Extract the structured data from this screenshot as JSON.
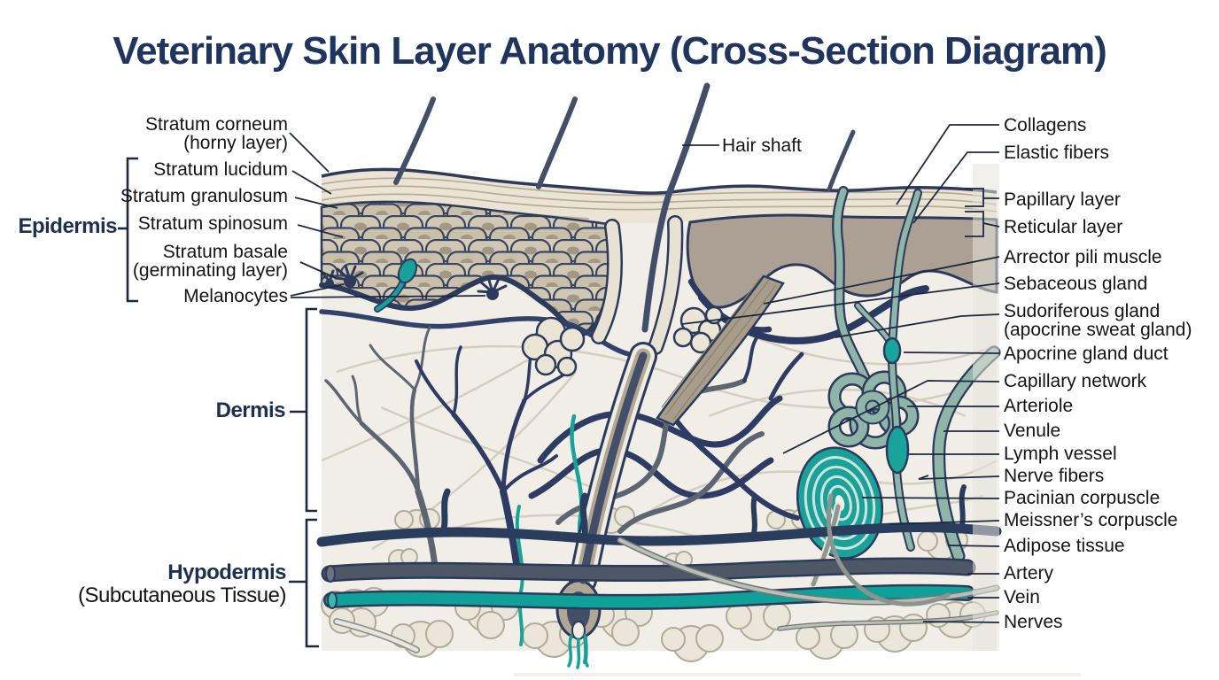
{
  "title": "Veterinary Skin Layer Anatomy (Cross-Section Diagram)",
  "section_labels": {
    "epidermis": "Epidermis",
    "dermis": "Dermis",
    "hypodermis_line1": "Hypodermis",
    "hypodermis_line2": "(Subcutaneous Tissue)"
  },
  "epidermis_layer_labels": [
    {
      "line1": "Stratum corneum",
      "line2": "(horny layer)"
    },
    {
      "line1": "Stratum lucidum"
    },
    {
      "line1": "Stratum granulosum"
    },
    {
      "line1": "Stratum spinosum"
    },
    {
      "line1": "Stratum basale",
      "line2": "(germinating layer)"
    },
    {
      "line1": "Melanocytes"
    }
  ],
  "hair_label": "Hair shaft",
  "structure_labels": [
    {
      "line1": "Collagens"
    },
    {
      "line1": "Elastic fibers"
    },
    {
      "line1": "Papillary layer"
    },
    {
      "line1": "Reticular layer"
    },
    {
      "line1": "Arrector pili muscle"
    },
    {
      "line1": "Sebaceous gland"
    },
    {
      "line1": "Sudoriferous gland",
      "line2": "(apocrine sweat gland)"
    },
    {
      "line1": "Apocrine gland duct"
    },
    {
      "line1": "Capillary network"
    },
    {
      "line1": "Arteriole"
    },
    {
      "line1": "Venule"
    },
    {
      "line1": "Lymph vessel"
    },
    {
      "line1": "Nerve fibers"
    },
    {
      "line1": "Pacinian corpuscle"
    },
    {
      "line1": "Meissner’s corpuscle"
    },
    {
      "line1": "Adipose tissue"
    },
    {
      "line1": "Artery"
    },
    {
      "line1": "Vein"
    },
    {
      "line1": "Nerves"
    }
  ],
  "colors": {
    "title_navy": "#1f355e",
    "label_text": "#141414",
    "outline_navy": "#2c3a5c",
    "teal": "#16a29a",
    "sage_green": "#8fb5a8",
    "taupe": "#aba093",
    "cream_background": "#f1eee7",
    "artery_slate": "#4d5766",
    "vein_teal": "#0fa099",
    "adipose_outline": "#b2aa98"
  }
}
